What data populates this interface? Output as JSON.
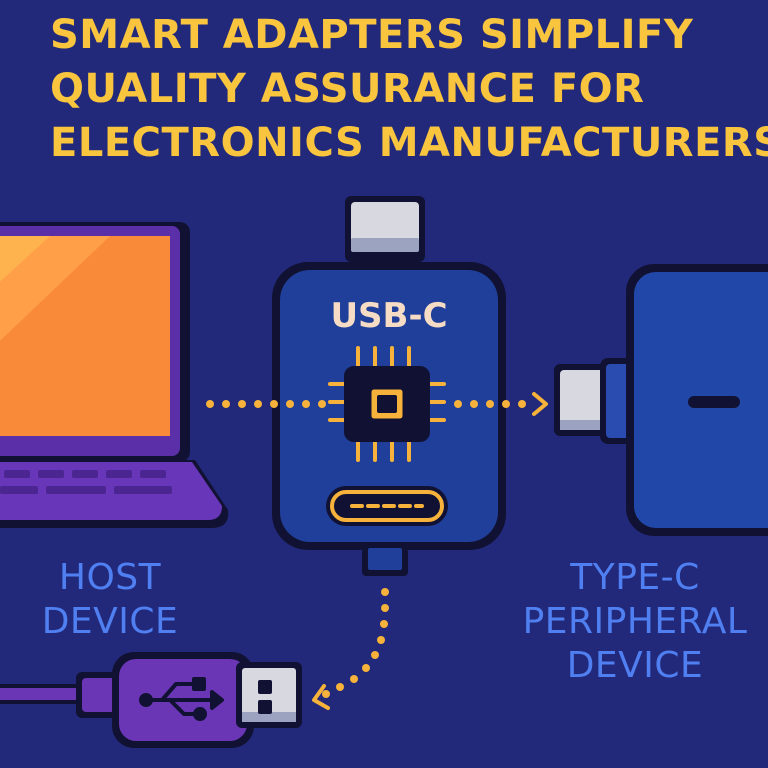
{
  "title": {
    "line1": "SMART ADAPTERS SIMPLIFY",
    "line2": "QUALITY ASSURANCE FOR",
    "line3": "ELECTRONICS MANUFACTURERS"
  },
  "adapter": {
    "label": "USB-C"
  },
  "host": {
    "line1": "HOST",
    "line2": "DEVICE"
  },
  "peripheral": {
    "line1": "TYPE-C",
    "line2": "PERIPHERAL",
    "line3": "DEVICE"
  },
  "colors": {
    "background": "#22297a",
    "title": "#f9c53f",
    "label": "#4f7ff0",
    "adapter_body": "#1f3f9a",
    "laptop": "#5b2fa8",
    "screen": "#f78a3a",
    "usb_plug": "#6a36b5",
    "dotted_arrow": "#f6b23a"
  },
  "icons": [
    "laptop-icon",
    "usb-c-adapter-icon",
    "chip-icon",
    "usb-a-plug-icon",
    "usb-symbol-icon",
    "peripheral-device-icon"
  ]
}
